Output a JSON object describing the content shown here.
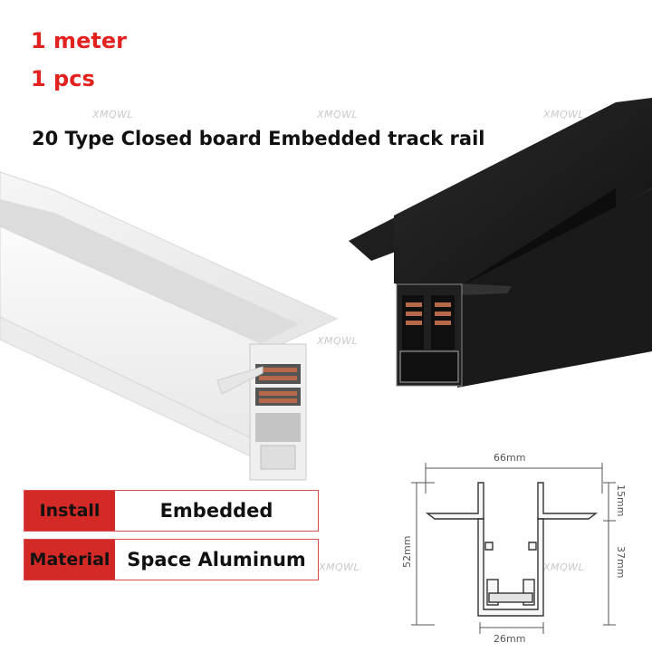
{
  "header": {
    "length": "1 meter",
    "quantity": "1 pcs",
    "title": "20 Type Closed board Embedded track rail"
  },
  "watermark": "XMQWL",
  "specs": [
    {
      "label": "Install",
      "value": "Embedded"
    },
    {
      "label": "Material",
      "value": "Space Aluminum"
    }
  ],
  "drawing": {
    "width_top": "66mm",
    "height_total": "52mm",
    "height_top": "15mm",
    "height_bottom": "37mm",
    "width_bottom": "26mm"
  },
  "colors": {
    "accent_red": "#d32a27",
    "text_red": "#e3211f",
    "rail_white": "#f1f1f1",
    "rail_black": "#1b1b1b",
    "copper": "#b5684a"
  }
}
